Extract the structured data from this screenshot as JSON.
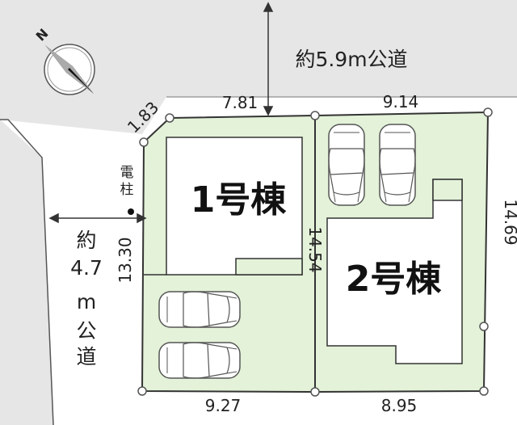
{
  "roads": {
    "north": {
      "label": "約5.9m公道"
    },
    "west": {
      "label_lines": [
        "約",
        "4.7",
        "m",
        "公",
        "道"
      ]
    }
  },
  "pole": {
    "label_lines": [
      "電",
      "柱"
    ]
  },
  "buildings": [
    {
      "label": "1号棟"
    },
    {
      "label": "2号棟"
    }
  ],
  "dimensions": {
    "corner_cut": "1.83",
    "north_left": "7.81",
    "north_right": "9.14",
    "east": "14.69",
    "west": "13.30",
    "divider": "14.54",
    "south_left": "9.27",
    "south_right": "8.95"
  },
  "colors": {
    "lot_fill": "#e3f2d8",
    "road_fill": "#e6e6e6",
    "building_fill": "#ffffff",
    "line": "#333333"
  },
  "compass": {
    "north_label": "N",
    "icon": "north-arrow-icon"
  }
}
